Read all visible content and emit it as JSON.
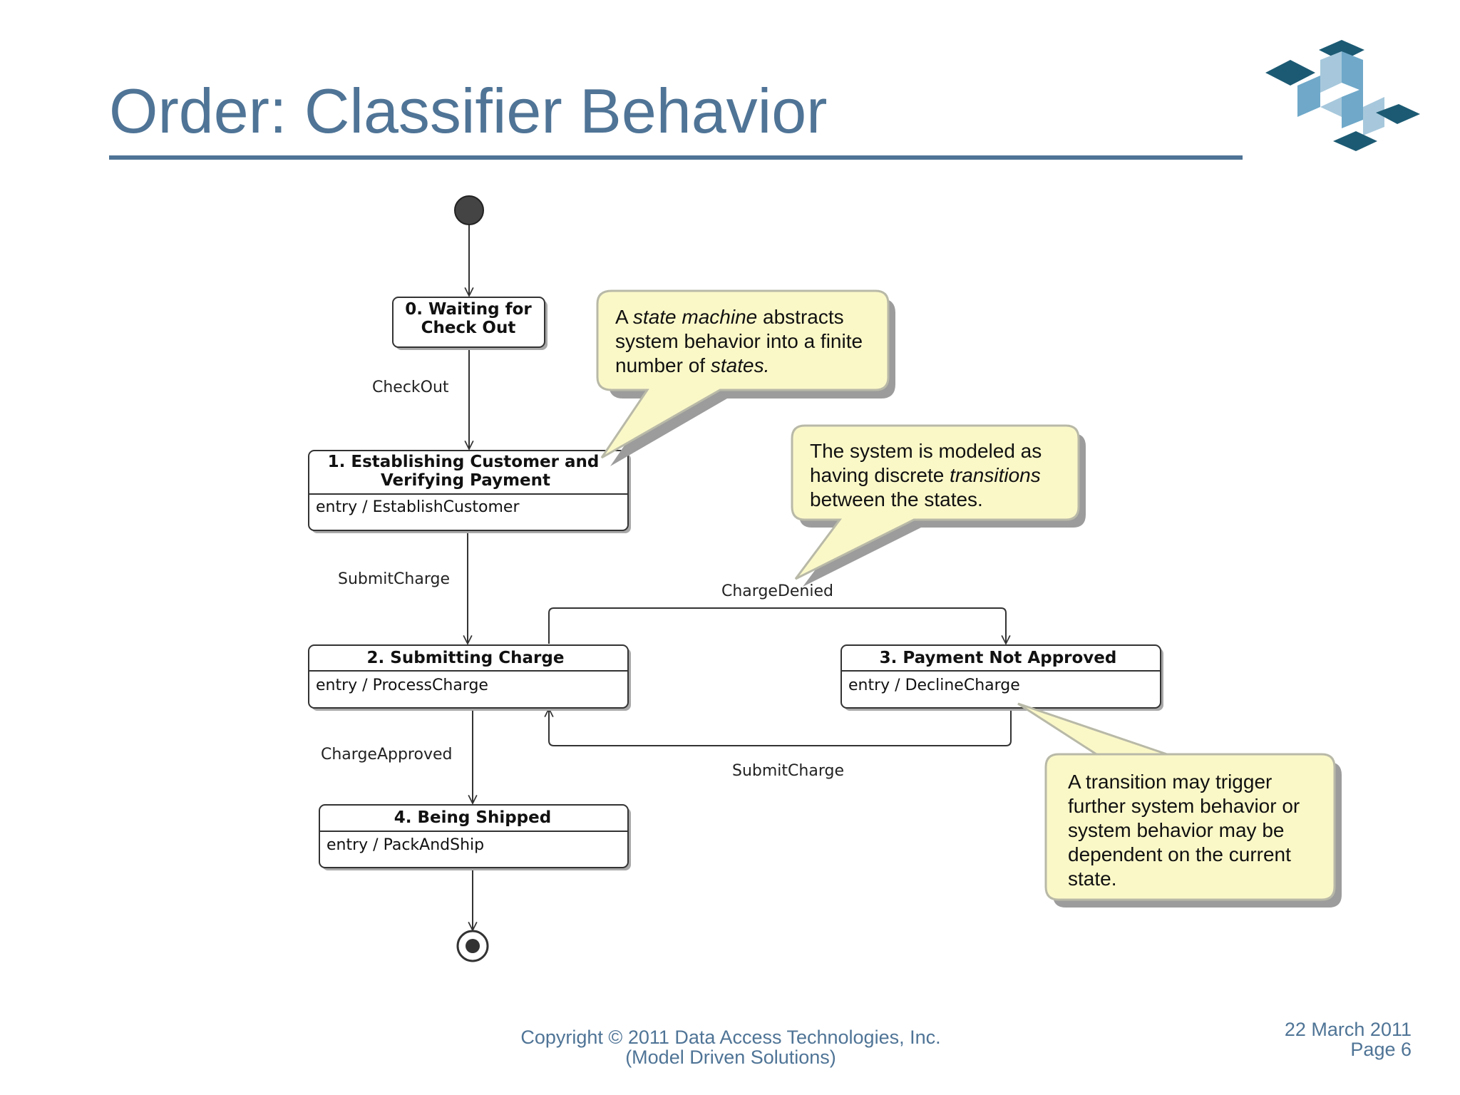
{
  "slide": {
    "title": "Order: Classifier Behavior"
  },
  "states": [
    {
      "id": "s0",
      "name_lines": [
        "0. Waiting for",
        "Check Out"
      ],
      "entry": ""
    },
    {
      "id": "s1",
      "name_lines": [
        "1. Establishing Customer and",
        "Verifying Payment"
      ],
      "entry": "entry / EstablishCustomer"
    },
    {
      "id": "s2",
      "name_lines": [
        "2. Submitting Charge"
      ],
      "entry": "entry / ProcessCharge"
    },
    {
      "id": "s3",
      "name_lines": [
        "3. Payment Not Approved"
      ],
      "entry": "entry / DeclineCharge"
    },
    {
      "id": "s4",
      "name_lines": [
        "4. Being Shipped"
      ],
      "entry": "entry / PackAndShip"
    }
  ],
  "transitions": [
    {
      "from": "initial",
      "to": "s0",
      "label": ""
    },
    {
      "from": "s0",
      "to": "s1",
      "label": "CheckOut"
    },
    {
      "from": "s1",
      "to": "s2",
      "label": "SubmitCharge"
    },
    {
      "from": "s2",
      "to": "s3",
      "label": "ChargeDenied"
    },
    {
      "from": "s3",
      "to": "s2",
      "label": "SubmitCharge"
    },
    {
      "from": "s2",
      "to": "s4",
      "label": "ChargeApproved"
    },
    {
      "from": "s4",
      "to": "final",
      "label": ""
    }
  ],
  "callouts": [
    {
      "id": "c1",
      "lines": [
        [
          {
            "t": "A "
          },
          {
            "t": "state machine",
            "i": true
          },
          {
            "t": " abstracts"
          }
        ],
        [
          {
            "t": "system behavior into a finite"
          }
        ],
        [
          {
            "t": "number of "
          },
          {
            "t": "states.",
            "i": true
          }
        ]
      ]
    },
    {
      "id": "c2",
      "lines": [
        [
          {
            "t": "The system is modeled as"
          }
        ],
        [
          {
            "t": "having discrete "
          },
          {
            "t": "transitions",
            "i": true
          }
        ],
        [
          {
            "t": "between the states."
          }
        ]
      ]
    },
    {
      "id": "c3",
      "lines": [
        [
          {
            "t": "A transition may trigger"
          }
        ],
        [
          {
            "t": "further system behavior or"
          }
        ],
        [
          {
            "t": "system behavior may be"
          }
        ],
        [
          {
            "t": "dependent on the current"
          }
        ],
        [
          {
            "t": "state."
          }
        ]
      ]
    }
  ],
  "footer": {
    "copyright": "Copyright © 2011 Data Access Technologies, Inc.",
    "company": "(Model Driven Solutions)",
    "date": "22 March 2011",
    "page": "Page 6"
  },
  "colors": {
    "title": "#4f7496",
    "callout_fill": "#fbf8c8",
    "callout_border": "#b9b9a8",
    "shadow": "#9c9c9c"
  }
}
